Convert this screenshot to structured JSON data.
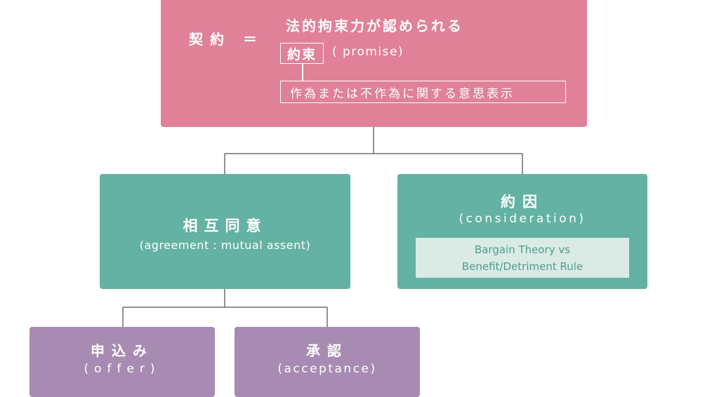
{
  "top": {
    "contract_label": "契約 ＝",
    "binding_text": "法的拘束力が認められる",
    "promise_word": "約束",
    "promise_en": "( promise)",
    "intent_text": "作為または不作為に関する意思表示"
  },
  "mutual_assent": {
    "title": "相互同意",
    "subtitle": "(agreement : mutual  assent)"
  },
  "consideration": {
    "title": "約因",
    "subtitle": "(consideration)",
    "note_line1": "Bargain Theory vs",
    "note_line2": "Benefit/Detriment Rule"
  },
  "offer": {
    "title": "申込み",
    "subtitle": "(offer)"
  },
  "acceptance": {
    "title": "承認",
    "subtitle": "(acceptance)"
  },
  "colors": {
    "pink": "#e08198",
    "teal": "#63b2a3",
    "purple": "#a78bb2",
    "note_bg": "#daeae5",
    "connector": "#6e6e6e"
  }
}
